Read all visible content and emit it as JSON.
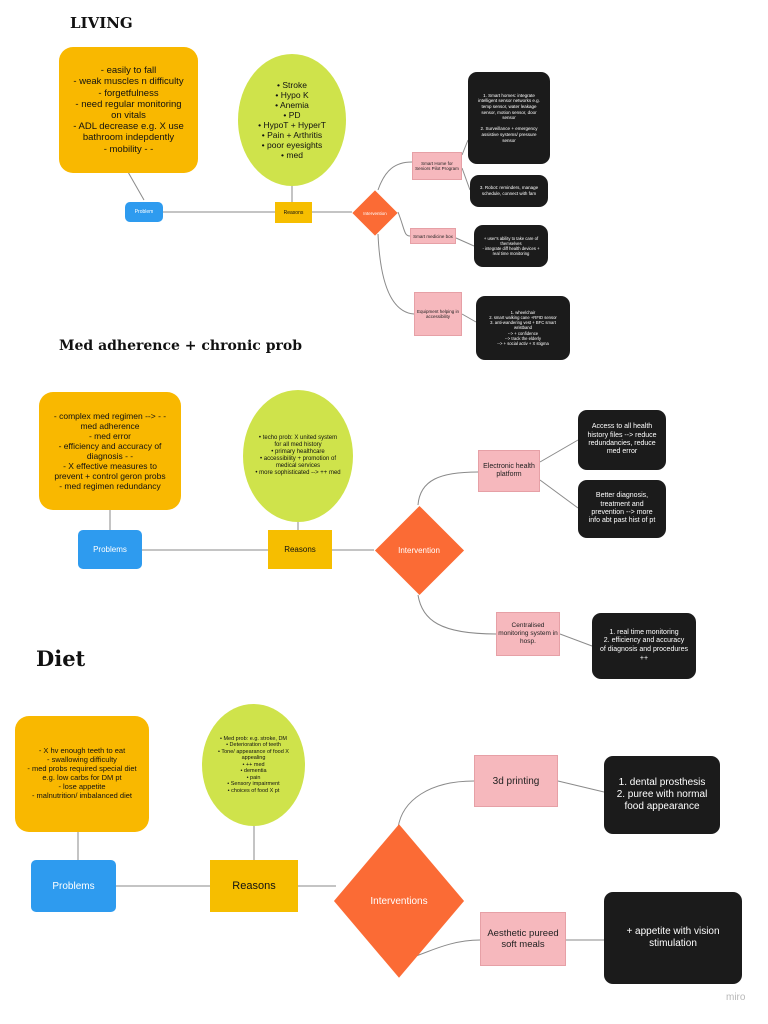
{
  "living": {
    "heading": "LIVING",
    "problems_note": [
      "- easily to fall",
      "- weak muscles n difficulty",
      "- forgetfulness",
      "- need regular monitoring on vitals",
      "- ADL decrease e.g. X use bathroom indepdently",
      "- mobility - -"
    ],
    "reasons_oval": [
      "Stroke",
      "Hypo K",
      "Anemia",
      "PD",
      "HypoT + HyperT",
      "Pain + Arthritis",
      "poor eyesights",
      "med"
    ],
    "problem_label": "Problem",
    "reasons_label": "Reasons",
    "intervention_label": "Intervention",
    "branch1": "Smart Home for Seniors Pilot Program",
    "branch2": "Smart medicine box",
    "branch3": "Equipment helping in accessibility",
    "detail1a": "1. Smart homes: integrate intelligent sensor networks e.g. temp sensor, water leakage sensor, motion sensor, door sensor\n\n2. Surveillance + emergency assistive systems/ pressure sensor",
    "detail1b": "3. Robot: reminders, manage schedule, connect with fam",
    "detail2": "+ user's ability to take care of themselves\n- integrate diff health devices + real time monitoring",
    "detail3": "1. wheelchair\n2. smart walking cane +RFID sensor\n3. anti-wandering vest + BFC smart wristband\n--> + confidence\n--> track the elderly\n--> + social activ + X stigma"
  },
  "med": {
    "heading": "Med adherence + chronic prob",
    "problems_note": [
      "- complex med regimen --> - - med adherence",
      "- med error",
      "- efficiency and accuracy of diagnosis - -",
      "- X effective measures to prevent + control geron probs",
      "- med regimen redundancy"
    ],
    "reasons_oval": [
      "techo prob: X united system for all med history",
      "primary healthcare",
      "accessibility + promotion of medical services",
      "more sophisticated --> ++ med"
    ],
    "problem_label": "Problems",
    "reasons_label": "Reasons",
    "intervention_label": "Intervention",
    "branch1": "Electronic health platform",
    "branch2": "Centralised monitoring system in hosp.",
    "detail1a": "Access to all health history files --> reduce redundancies, reduce med error",
    "detail1b": "Better diagnosis, treatment and prevention --> more info abt past hist of pt",
    "detail2": "1. real time monitoring\n2. efficiency and accuracy of diagnosis and procedures ++"
  },
  "diet": {
    "heading": "Diet",
    "problems_note": [
      "- X hv enough teeth to eat",
      "- swallowing difficulty",
      "- med probs required special diet e.g. low carbs for DM pt",
      "- lose appetite",
      "- malnutrition/ imbalanced diet"
    ],
    "reasons_oval": [
      "Med prob: e.g. stroke, DM",
      "Deterioration of teeth",
      "Tone/ appearance of food X appealing",
      "++ med",
      "dementia",
      "pain",
      "Sensory impairment",
      "choices of food X pt"
    ],
    "problem_label": "Problems",
    "reasons_label": "Reasons",
    "intervention_label": "Interventions",
    "branch1": "3d printing",
    "branch2": "Aesthetic pureed soft meals",
    "detail1": "1. dental prosthesis\n2. puree with normal food appearance",
    "detail2": "+ appetite with vision stimulation"
  },
  "watermark": "miro",
  "colors": {
    "sticky": "#f9b800",
    "oval": "#cfe34b",
    "problem_box": "#2e9bef",
    "reasons_box": "#f6be00",
    "diamond": "#fb6b35",
    "branch_box": "#f6b8bd",
    "detail_box": "#1b1b1b"
  }
}
